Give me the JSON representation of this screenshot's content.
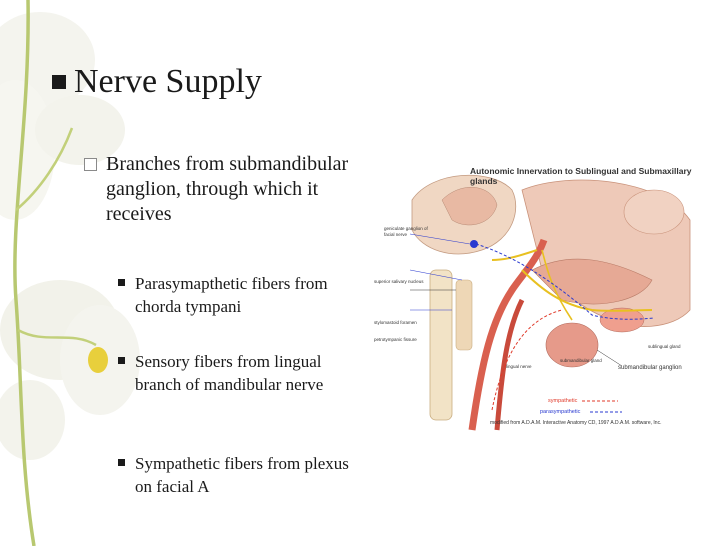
{
  "slide": {
    "title": "Nerve Supply",
    "point": "Branches from submandibular ganglion, through which it receives",
    "subpoints": [
      "Parasymapthetic fibers from chorda tympani",
      "Sensory fibers from lingual branch of mandibular nerve",
      "Sympathetic fibers from plexus on facial A"
    ]
  },
  "figure": {
    "title": "Autonomic Innervation to Sublingual and Submaxillary glands",
    "labels": {
      "geniculate": "geniculate ganglion of facial nerve",
      "salivatory": "superior salivary nucleus",
      "stylomastoid": "stylomastoid foramen",
      "petrotympanic": "petrotympanic fissure",
      "lingual": "lingual nerve",
      "sublingual": "sublingual gland",
      "submandibular_gland": "submandibular gland",
      "submandibular_ganglion": "submandibular ganglion"
    },
    "legend": {
      "sympathetic": "sympathetic",
      "parasympathetic": "parasympathetic"
    },
    "credit": "modified from A.D.A.M. Interactive Anatomy CD, 1997 A.D.A.M. software, Inc.",
    "colors": {
      "sympathetic": "#e03a2a",
      "parasympathetic": "#2a3ad0",
      "nerve": "#e8c020"
    }
  }
}
